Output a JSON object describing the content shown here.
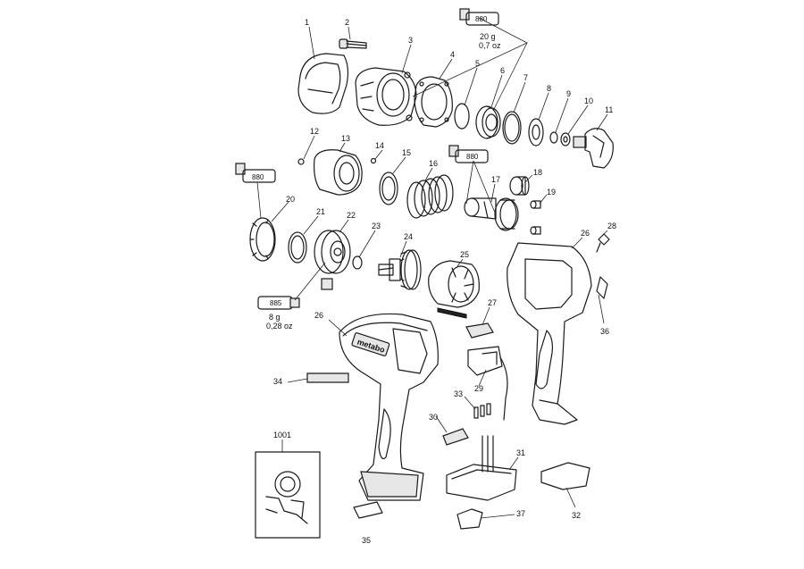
{
  "brand": "metabo",
  "grease_tubes": [
    {
      "id": "tube-top",
      "code": "880",
      "amount": "20 g",
      "amount_oz": "0,7 oz"
    },
    {
      "id": "tube-mid",
      "code": "880"
    },
    {
      "id": "tube-left",
      "code": "880"
    },
    {
      "id": "tube-bottom",
      "code": "885",
      "amount": "8 g",
      "amount_oz": "0,28 oz"
    }
  ],
  "callouts": [
    "1",
    "2",
    "3",
    "4",
    "5",
    "6",
    "7",
    "8",
    "9",
    "10",
    "11",
    "12",
    "13",
    "14",
    "15",
    "16",
    "17",
    "18",
    "19",
    "20",
    "21",
    "22",
    "23",
    "24",
    "25",
    "26",
    "26",
    "27",
    "28",
    "29",
    "30",
    "31",
    "32",
    "33",
    "34",
    "35",
    "36",
    "37",
    "1001"
  ]
}
